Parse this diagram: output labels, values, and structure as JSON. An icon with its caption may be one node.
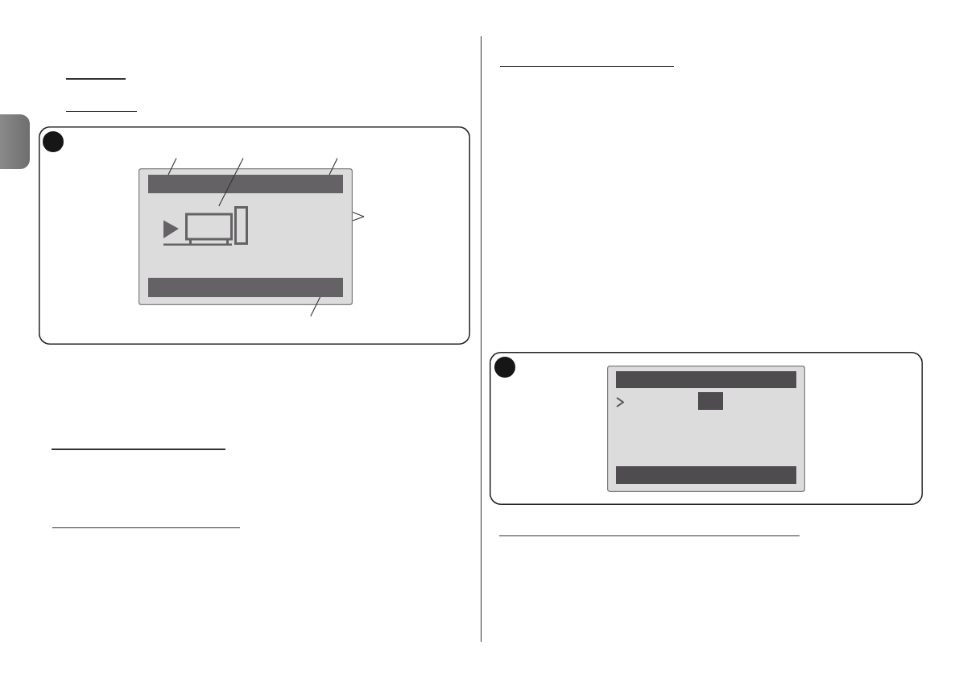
{
  "diagram": {
    "nodes": [
      {
        "text": [],
        "shape": "box"
      },
      {
        "text": [],
        "shape": "box",
        "in": 0
      },
      {
        "text": [],
        "shape": "bar",
        "in": 1
      },
      {
        "text": [],
        "shape": "picture",
        "in": 1
      },
      {
        "text": [],
        "shape": "bar",
        "in": 1
      },
      {
        "text": [],
        "shape": "box"
      },
      {
        "text": [],
        "shape": "box",
        "in": 5
      },
      {
        "text": [],
        "shape": "bar",
        "in": 6
      },
      {
        "text": [],
        "shape": "box",
        "in": 6
      },
      {
        "text": [],
        "shape": "bar",
        "in": 6
      }
    ],
    "edges": [
      {
        "from": null,
        "to": 2,
        "arrow": "none"
      },
      {
        "from": null,
        "to": 3,
        "arrow": "none"
      },
      {
        "from": null,
        "to": 2,
        "arrow": "none"
      },
      {
        "from": null,
        "to": 1,
        "arrow": "none"
      },
      {
        "from": null,
        "to": 1,
        "arrow": "none"
      },
      {
        "from": null,
        "to": 4,
        "arrow": "none"
      }
    ]
  }
}
